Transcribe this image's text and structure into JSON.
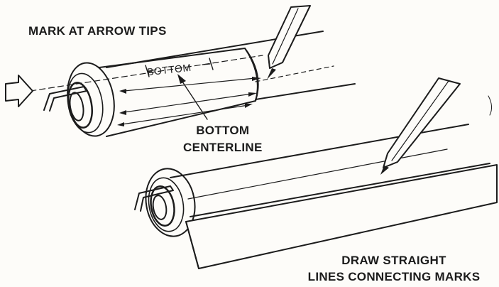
{
  "labels": {
    "mark_at_arrow_tips": "MARK AT ARROW TIPS",
    "bottom_tag": "BOTTOM",
    "bottom_centerline_line1": "BOTTOM",
    "bottom_centerline_line2": "CENTERLINE",
    "draw_line1": "DRAW STRAIGHT",
    "draw_line2": "LINES CONNECTING MARKS"
  },
  "colors": {
    "ink": "#1c1c1c",
    "paper": "#fdfcf9"
  }
}
